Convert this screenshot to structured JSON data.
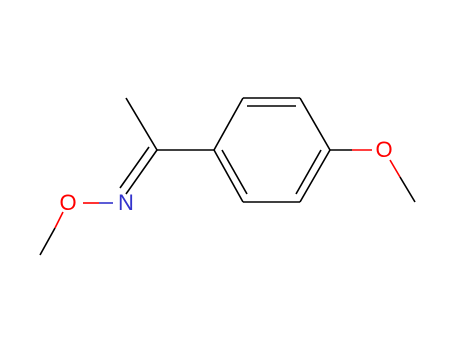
{
  "molecule": {
    "atoms": {
      "o_oxime": {
        "symbol": "O",
        "color": "#ff0000"
      },
      "n_imine": {
        "symbol": "N",
        "color": "#3333cc"
      },
      "o_ether": {
        "symbol": "O",
        "color": "#ff0000"
      }
    },
    "bond_color": "#000000"
  }
}
